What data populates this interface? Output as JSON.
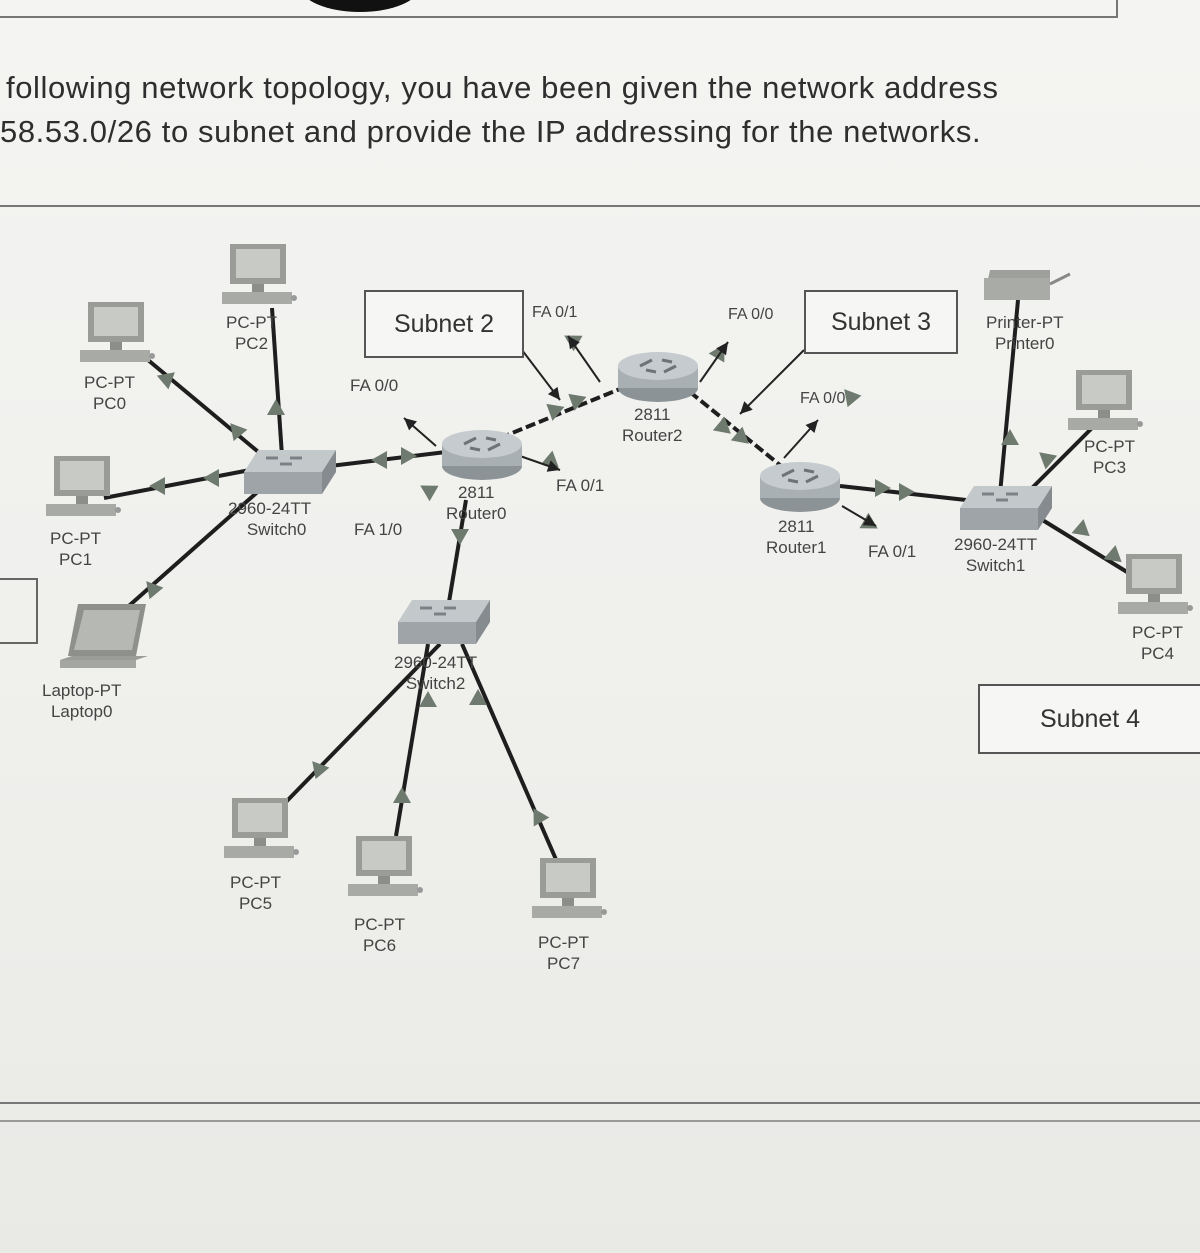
{
  "prompt": {
    "line1": "following network topology, you have been given the network address",
    "line2": "58.53.0/26 to subnet and provide the IP addressing for the networks."
  },
  "subnets": {
    "s2": "Subnet 2",
    "s3": "Subnet 3",
    "s4": "Subnet 4"
  },
  "devices": {
    "pc0": {
      "type": "PC-PT",
      "name": "PC0"
    },
    "pc1": {
      "type": "PC-PT",
      "name": "PC1"
    },
    "pc2": {
      "type": "PC-PT",
      "name": "PC2"
    },
    "pc3": {
      "type": "PC-PT",
      "name": "PC3"
    },
    "pc4": {
      "type": "PC-PT",
      "name": "PC4"
    },
    "pc5": {
      "type": "PC-PT",
      "name": "PC5"
    },
    "pc6": {
      "type": "PC-PT",
      "name": "PC6"
    },
    "pc7": {
      "type": "PC-PT",
      "name": "PC7"
    },
    "laptop0": {
      "type": "Laptop-PT",
      "name": "Laptop0"
    },
    "printer0": {
      "type": "Printer-PT",
      "name": "Printer0"
    },
    "switch0": {
      "type": "2960-24TT",
      "name": "Switch0"
    },
    "switch1": {
      "type": "2960-24TT",
      "name": "Switch1"
    },
    "switch2": {
      "type": "2960-24TT",
      "name": "Switch2"
    },
    "router0": {
      "type": "2811",
      "name": "Router0"
    },
    "router1": {
      "type": "2811",
      "name": "Router1"
    },
    "router2": {
      "type": "2811",
      "name": "Router2"
    }
  },
  "interfaces": {
    "r0_fa00": "FA 0/0",
    "r0_fa10": "FA 1/0",
    "r0_fa01": "FA 0/1",
    "r2_fa01": "FA 0/1",
    "r2_fa00": "FA 0/0",
    "r1_fa00": "FA 0/0",
    "r1_fa01": "FA 0/1"
  },
  "colors": {
    "link": "#1e1e1e",
    "arrow": "#6f7a6f",
    "router": "#a9b0b4",
    "switch": "#9ea4a7",
    "pc": "#a8aaa6"
  }
}
